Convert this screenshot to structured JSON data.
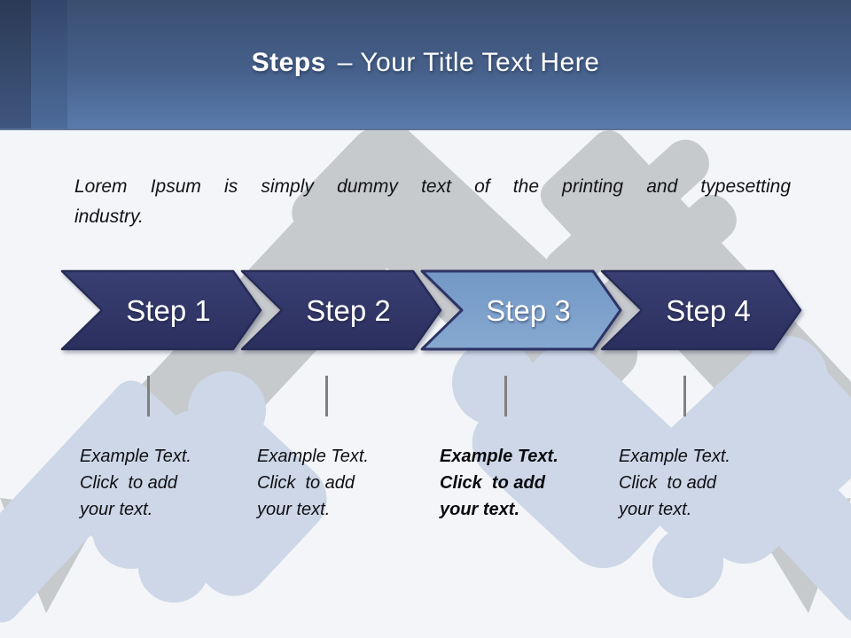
{
  "slide_title": {
    "keyword": "Steps",
    "rest": "– Your Title Text Here"
  },
  "intro_paragraph": {
    "line1": "Lorem Ipsum is simply dummy text of the printing and typesetting",
    "line2": "industry."
  },
  "steps": [
    {
      "label": "Step 1",
      "description": "Example Text.\nClick  to add\nyour text.",
      "highlighted": false
    },
    {
      "label": "Step 2",
      "description": "Example Text.\nClick  to add\nyour text.",
      "highlighted": false
    },
    {
      "label": "Step 3",
      "description": "Example Text.\nClick  to add\nyour text.",
      "highlighted": true
    },
    {
      "label": "Step 4",
      "description": "Example Text.\nClick  to add\nyour text.",
      "highlighted": false
    }
  ],
  "background_graphic": "handshake-silhouette",
  "colors": {
    "header_gradient_top": "#3a4f70",
    "header_gradient_bottom": "#597bac",
    "accent_band_dark": "#2b3a55",
    "accent_band_mid": "#33466b",
    "chevron_dark": "#2f3366",
    "chevron_dark_border": "#262b55",
    "chevron_highlight": "#7ba0ca",
    "chevron_highlight_border": "#2e3366",
    "connector_gray": "#808080",
    "page_background": "#f3f5f8",
    "bg_shape_gray": "#c7cacd",
    "bg_shape_blue": "#cdd7e7",
    "body_text": "#121217",
    "title_text": "#ffffff"
  }
}
